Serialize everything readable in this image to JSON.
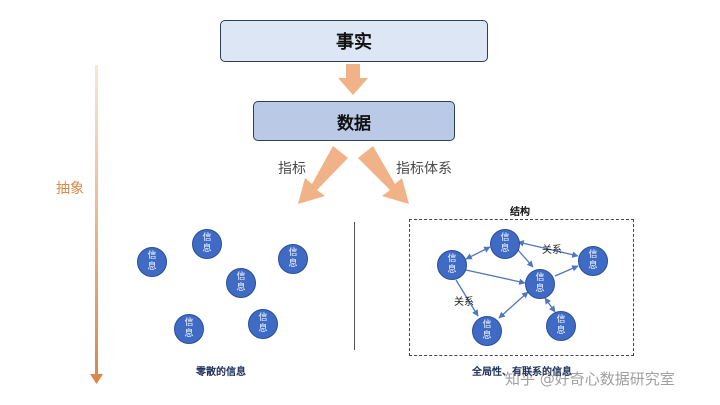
{
  "top_box": "事实",
  "data_box": "数据",
  "abstract_label": "抽象",
  "branch_left_label": "指标",
  "branch_right_label": "指标体系",
  "node_text": "信息",
  "scattered_caption": "零散的信息",
  "structure_title": "结构",
  "relation_label_top": "关系",
  "relation_label_left": "关系",
  "structured_caption": "全局性、有联系的信息",
  "watermark": "知乎 @好奇心数据研究室",
  "colors": {
    "fact_box": "#dde6f4",
    "data_box": "#b9c9e6",
    "arrow": "#f2b287",
    "node": "#3f6bc4",
    "abstract_arrow": "#d9884a"
  }
}
